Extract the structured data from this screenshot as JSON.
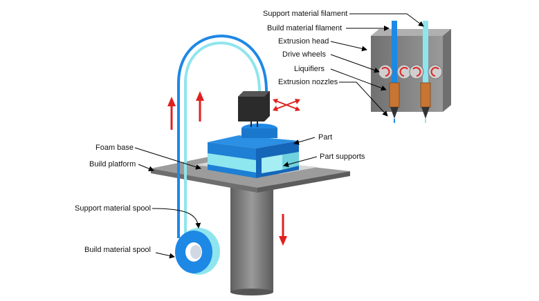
{
  "labels": {
    "support_filament": "Support material filament",
    "build_filament": "Build material filament",
    "extrusion_head": "Extrusion head",
    "drive_wheels": "Drive wheels",
    "liquifiers": "Liquifiers",
    "extrusion_nozzles": "Extrusion nozzles",
    "part": "Part",
    "part_supports": "Part supports",
    "foam_base": "Foam base",
    "build_platform": "Build platform",
    "support_spool": "Support material spool",
    "build_spool": "Build material spool"
  },
  "colors": {
    "build_material": "#1e88e5",
    "support_material": "#7fe0ea",
    "head": "#3a3a3a",
    "platform": "#8c8c8c",
    "column": "#7a7a7a",
    "arrow": "#e02020",
    "liquifier": "#c87533"
  }
}
